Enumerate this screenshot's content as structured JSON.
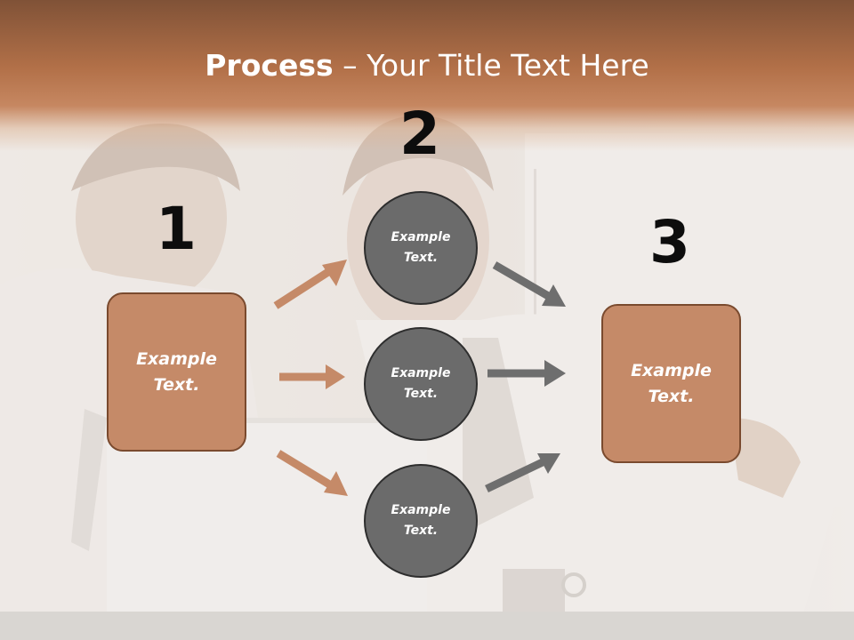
{
  "slide": {
    "title_bold": "Process",
    "title_rest": " – Your Title Text Here",
    "colors": {
      "header": "#b4714a",
      "box_fill": "#c58a68",
      "box_border": "#7a4a2e",
      "circle_fill": "#6b6b6b",
      "arrow_orange": "#c58a68",
      "arrow_gray": "#6e6e6e"
    }
  },
  "steps": {
    "one": {
      "number": "1",
      "box_line1": "Example",
      "box_line2": "Text."
    },
    "two": {
      "number": "2",
      "circles": [
        {
          "line1": "Example",
          "line2": "Text."
        },
        {
          "line1": "Example",
          "line2": "Text."
        },
        {
          "line1": "Example",
          "line2": "Text."
        }
      ]
    },
    "three": {
      "number": "3",
      "box_line1": "Example",
      "box_line2": "Text."
    }
  }
}
